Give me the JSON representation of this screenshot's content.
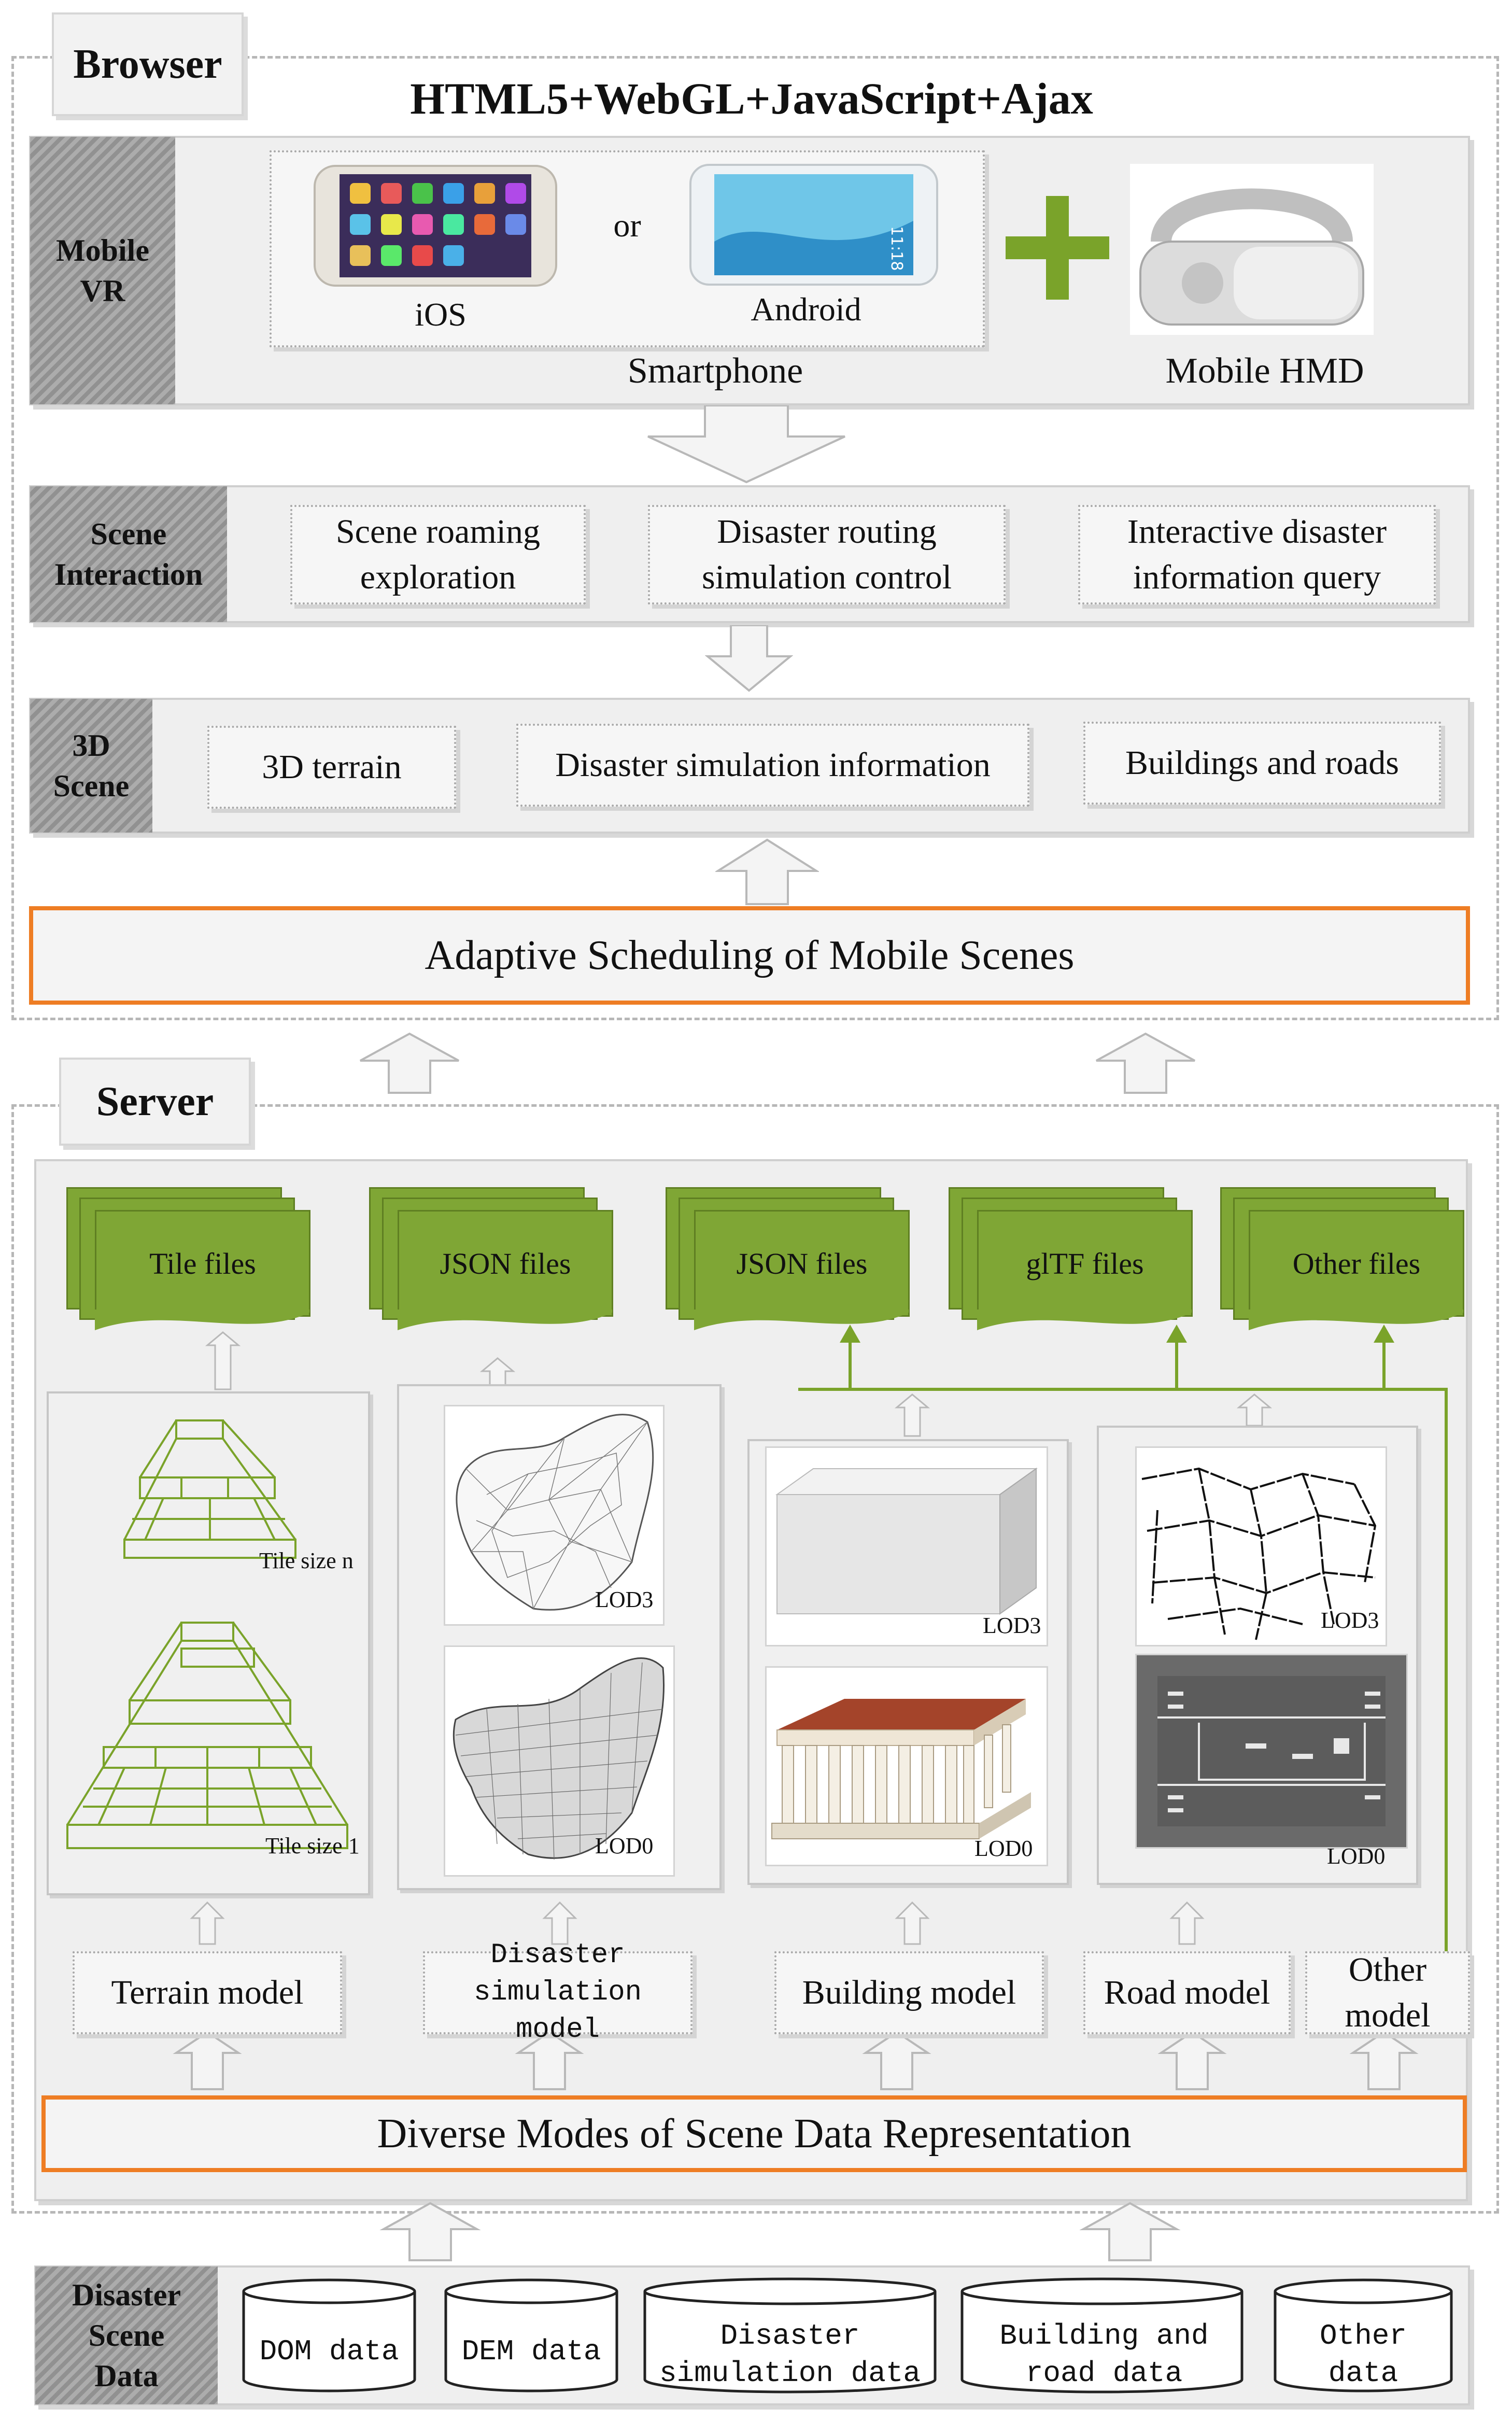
{
  "browser": {
    "title": "Browser",
    "tech": "HTML5+WebGL+JavaScript+Ajax",
    "mobile_vr": {
      "label": "Mobile VR",
      "ios": "iOS",
      "or": "or",
      "android": "Android",
      "smartphone": "Smartphone",
      "hmd": "Mobile HMD",
      "plus_color": "#7aa32a"
    },
    "scene_interaction": {
      "label": "Scene Interaction",
      "items": [
        "Scene roaming exploration",
        "Disaster routing simulation control",
        "Interactive disaster information query"
      ]
    },
    "scene3d": {
      "label": "3D Scene",
      "items": [
        "3D terrain",
        "Disaster simulation information",
        "Buildings and roads"
      ]
    },
    "adaptive": "Adaptive Scheduling of Mobile Scenes"
  },
  "server": {
    "title": "Server",
    "files": [
      "Tile files",
      "JSON files",
      "JSON files",
      "glTF files",
      "Other files"
    ],
    "file_color": "#7fa635",
    "terrain_labels": [
      "Tile size n",
      "Tile size 1"
    ],
    "lod_labels": [
      "LOD3",
      "LOD0"
    ],
    "models": [
      "Terrain model",
      "Disaster simulation model",
      "Building model",
      "Road model",
      "Other model"
    ],
    "diverse": "Diverse Modes of Scene Data Representation"
  },
  "data": {
    "label": "Disaster Scene Data",
    "items": [
      "DOM data",
      "DEM data",
      "Disaster simulation data",
      "Building and road data",
      "Other data"
    ]
  },
  "accent_color": "#ee7d24"
}
